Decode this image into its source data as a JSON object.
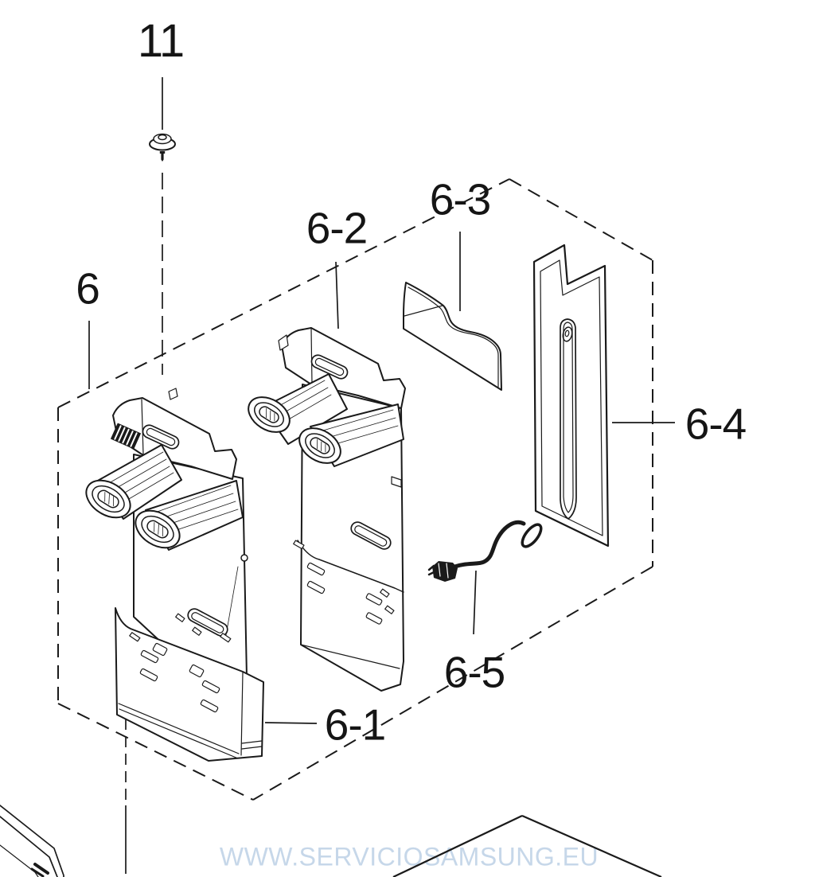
{
  "diagram": {
    "background": "#ffffff",
    "line_color": "#1a1a1a",
    "labels": {
      "l11": "11",
      "l6": "6",
      "l6_1": "6-1",
      "l6_2": "6-2",
      "l6_3": "6-3",
      "l6_4": "6-4",
      "l6_5": "6-5"
    },
    "watermark": {
      "text": "WWW.SERVICIOSAMSUNG.EU",
      "color": "#c6d7e9"
    }
  }
}
